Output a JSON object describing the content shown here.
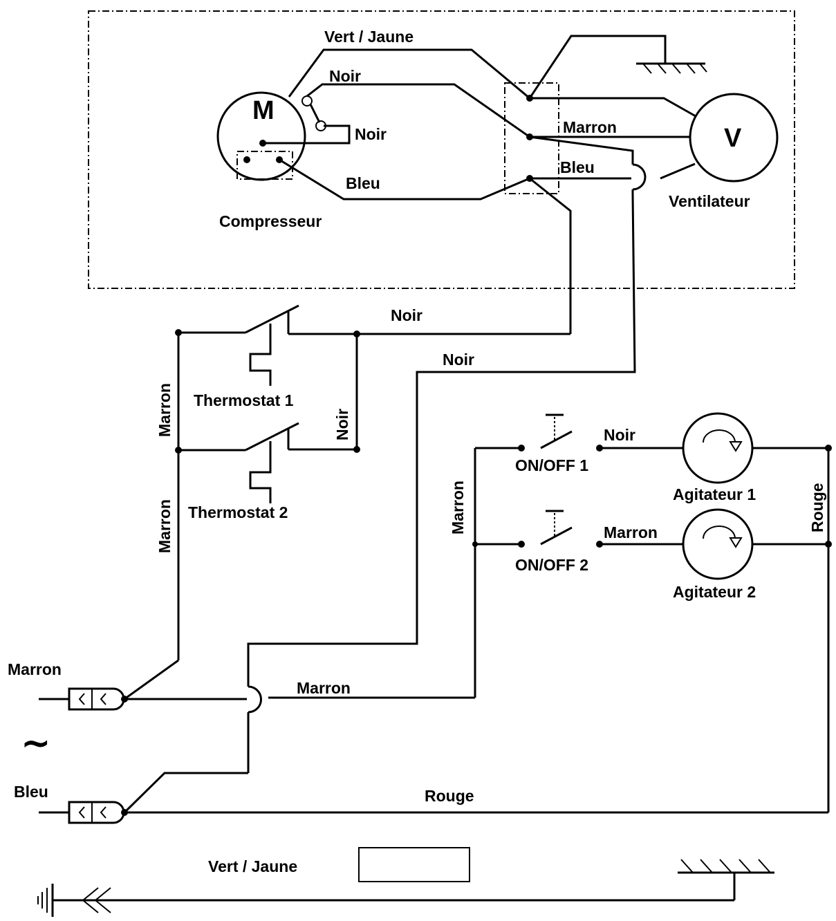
{
  "components": {
    "compressor": {
      "symbol": "M",
      "label": "Compresseur"
    },
    "fan": {
      "symbol": "V",
      "label": "Ventilateur"
    },
    "thermostat_1": "Thermostat 1",
    "thermostat_2": "Thermostat 2",
    "switch_1": "ON/OFF 1",
    "switch_2": "ON/OFF 2",
    "agitator_1": "Agitateur 1",
    "agitator_2": "Agitateur 2",
    "mains_symbol": "~"
  },
  "wire_labels": {
    "vert_jaune_top": "Vert / Jaune",
    "noir_comp_1": "Noir",
    "noir_comp_2": "Noir",
    "marron_fan": "Marron",
    "bleu_fan": "Bleu",
    "bleu_comp": "Bleu",
    "noir_thermo": "Noir",
    "noir_mid": "Noir",
    "noir_vertical": "Noir",
    "marron_vertical_1": "Marron",
    "marron_vertical_2": "Marron",
    "marron_switch_vertical": "Marron",
    "noir_switch_1": "Noir",
    "marron_switch_2": "Marron",
    "rouge_vertical": "Rouge",
    "marron_input": "Marron",
    "marron_mid": "Marron",
    "bleu_input": "Bleu",
    "rouge_bottom": "Rouge",
    "vert_jaune_bottom": "Vert / Jaune"
  }
}
